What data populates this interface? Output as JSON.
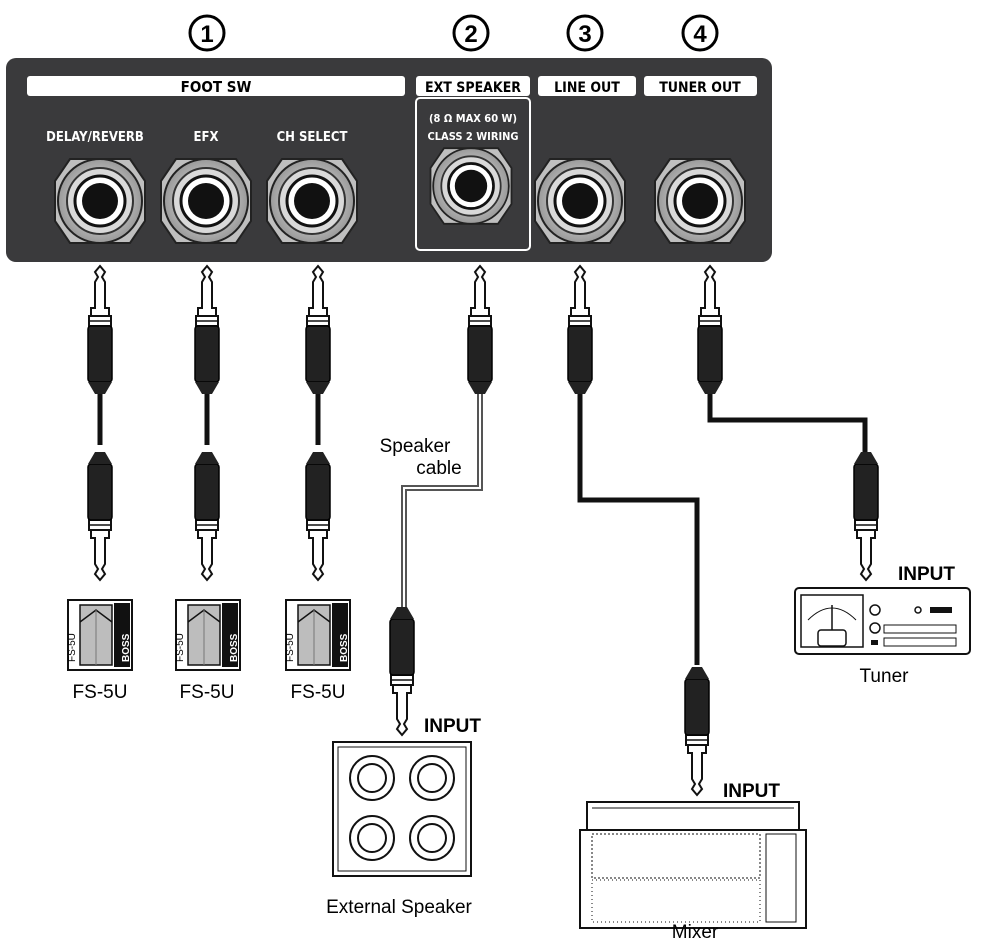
{
  "numbers": [
    "1",
    "2",
    "3",
    "4"
  ],
  "panel": {
    "foot_sw_header": "FOOT SW",
    "jack_labels": {
      "delay_reverb": "DELAY/REVERB",
      "efx": "EFX",
      "ch_select": "CH SELECT"
    },
    "ext_speaker_header": "EXT SPEAKER",
    "ext_speaker_spec_1": "(8 Ω MAX  60 W)",
    "ext_speaker_spec_2": "CLASS 2 WIRING",
    "line_out_header": "LINE OUT",
    "tuner_out_header": "TUNER OUT"
  },
  "devices": {
    "footswitch_label": "FS-5U",
    "footswitch_model_print": "FS-5U",
    "footswitch_brand": "BOSS",
    "speaker_cable_label_1": "Speaker",
    "speaker_cable_label_2": "cable",
    "input_label": "INPUT",
    "external_speaker_label": "External Speaker",
    "mixer_label": "Mixer",
    "tuner_label": "Tuner"
  },
  "colors": {
    "panel": "#3a3a3c",
    "cable": "#111111",
    "plug_body": "#222222"
  }
}
